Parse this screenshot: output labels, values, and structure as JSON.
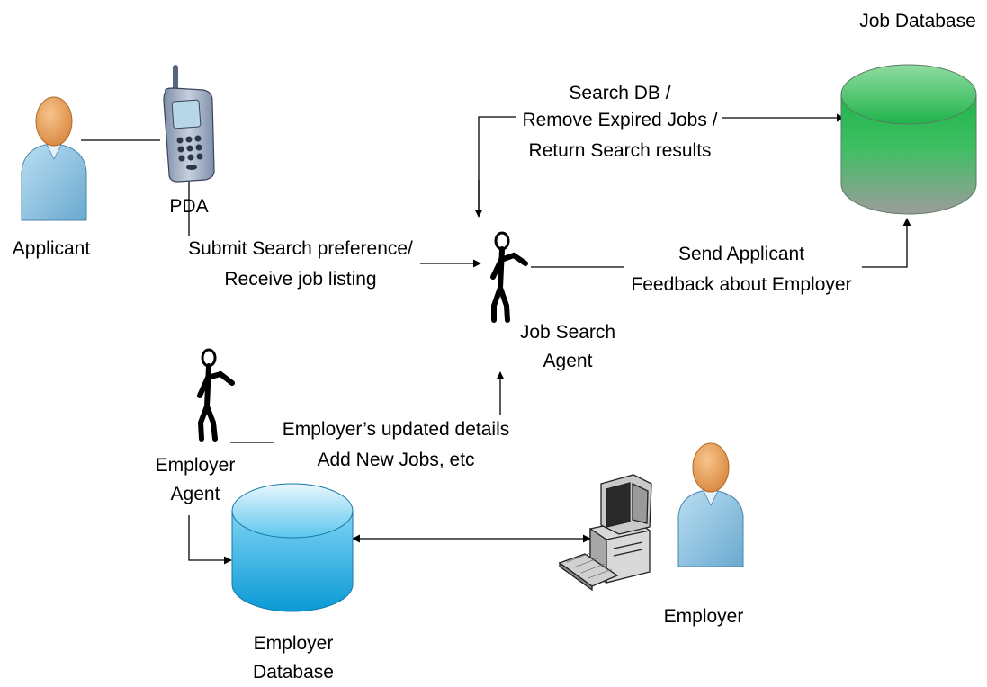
{
  "labels": {
    "job_database": "Job Database",
    "applicant": "Applicant",
    "pda": "PDA",
    "search_db_1": "Search DB /",
    "search_db_2": "Remove Expired Jobs /",
    "search_db_3": "Return Search results",
    "submit_1": "Submit Search preference/",
    "submit_2": "Receive job listing",
    "send_feedback_1": "Send Applicant",
    "send_feedback_2": "Feedback about Employer",
    "job_search_agent_1": "Job Search",
    "job_search_agent_2": "Agent",
    "employer_updated_1": "Employer’s updated details",
    "employer_updated_2": "Add New Jobs, etc",
    "employer_agent_1": "Employer",
    "employer_agent_2": "Agent",
    "employer": "Employer",
    "employer_database_1": "Employer",
    "employer_database_2": "Database"
  },
  "icons": [
    "applicant-person-icon",
    "pda-phone-icon",
    "job-search-agent-stick-figure-icon",
    "job-database-cylinder-icon",
    "employer-agent-stick-figure-icon",
    "employer-database-cylinder-icon",
    "computer-icon",
    "employer-person-icon"
  ],
  "colors": {
    "job_db_green": "#1fb34a",
    "employer_db_blue": "#0fa4de",
    "person_skin": "#e9a15b",
    "person_shirt": "#8fc6e6"
  }
}
